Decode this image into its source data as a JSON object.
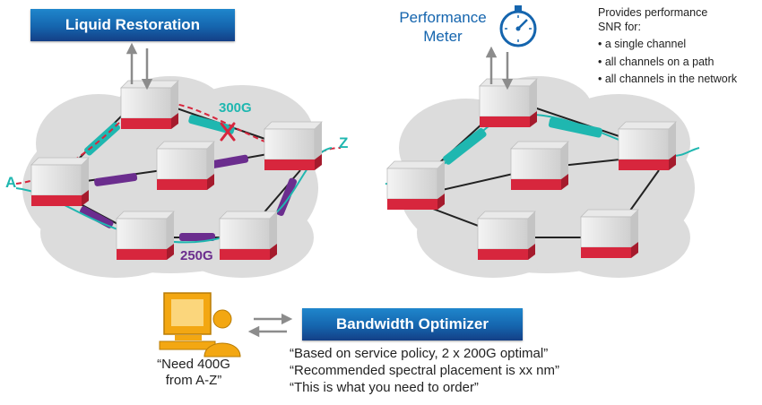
{
  "left_panel": {
    "title": "Liquid Restoration",
    "endpoint_a": "A",
    "endpoint_z": "Z",
    "label_failed": "300G",
    "label_restored": "250G"
  },
  "right_panel": {
    "title_line1": "Performance",
    "title_line2": "Meter",
    "desc_line1": "Provides performance",
    "desc_line2": "SNR for:",
    "bullets": [
      "• a single channel",
      "• all channels on a path",
      "• all channels in the network"
    ]
  },
  "bottom": {
    "title": "Bandwidth Optimizer",
    "user_request_line1": "“Need 400G",
    "user_request_line2": "from A-Z”",
    "responses": [
      "“Based on service policy, 2 x 200G optimal”",
      "“Recommended spectral placement is xx nm”",
      "“This is what you need to order”"
    ]
  },
  "colors": {
    "brand_blue": "#1565ae",
    "teal": "#1fb7b0",
    "purple": "#6b2d8e",
    "red": "#d7263d",
    "cloud": "#dcdcdc",
    "arrow_gray": "#8c8c8c",
    "user_orange": "#f3a712"
  },
  "icons": [
    "gauge-icon",
    "user-computer-icon",
    "red-x-icon"
  ]
}
